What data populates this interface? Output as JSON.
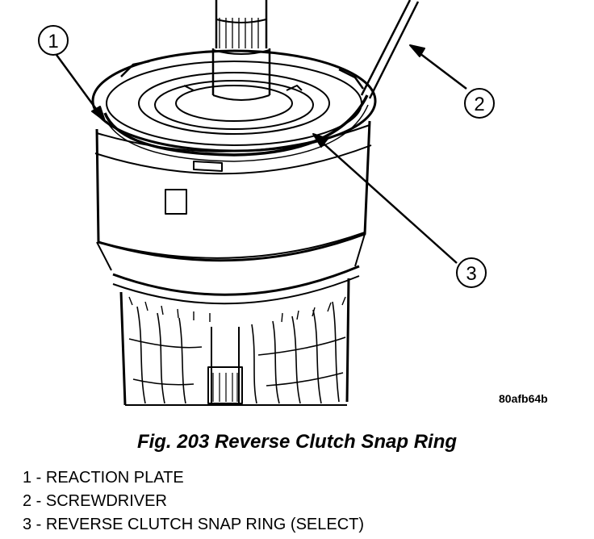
{
  "figure": {
    "reference_code": "80afb64b",
    "caption": "Fig. 203 Reverse Clutch Snap Ring"
  },
  "callouts": [
    {
      "number": "1"
    },
    {
      "number": "2"
    },
    {
      "number": "3"
    }
  ],
  "legend": [
    {
      "text": "1 - REACTION PLATE"
    },
    {
      "text": "2 - SCREWDRIVER"
    },
    {
      "text": "3 - REVERSE CLUTCH SNAP RING (SELECT)"
    }
  ]
}
